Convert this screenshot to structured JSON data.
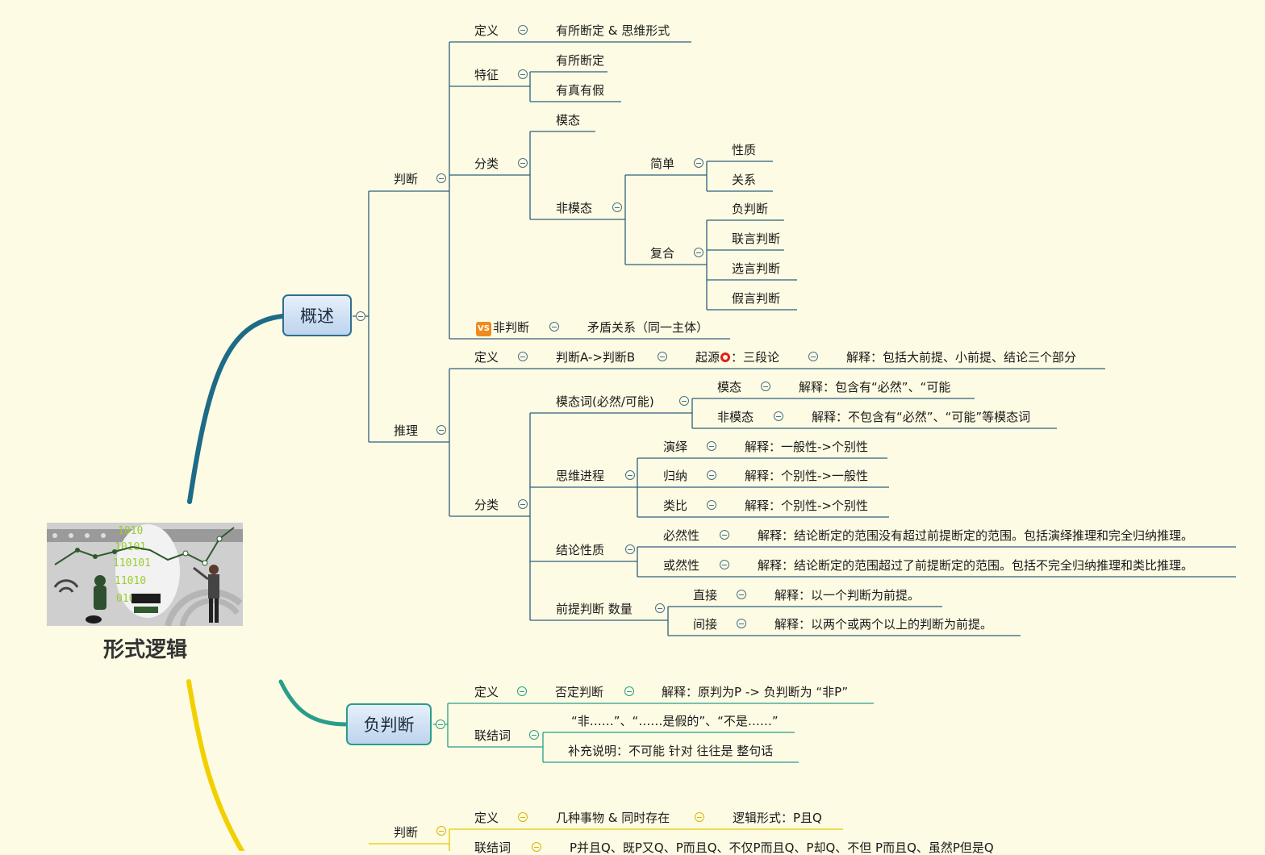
{
  "root": {
    "title": "形式逻辑"
  },
  "main1": {
    "label": "概述",
    "judgment": {
      "label": "判断",
      "definition": {
        "label": "定义",
        "value": "有所断定 & 思维形式"
      },
      "features": {
        "label": "特征",
        "items": [
          "有所断定",
          "有真有假"
        ]
      },
      "classification": {
        "label": "分类",
        "modal": "模态",
        "nonmodal": {
          "label": "非模态",
          "simple": {
            "label": "简单",
            "items": [
              "性质",
              "关系"
            ]
          },
          "compound": {
            "label": "复合",
            "items": [
              "负判断",
              "联言判断",
              "选言判断",
              "假言判断"
            ]
          }
        }
      },
      "nonjudgment": {
        "badge": "VS",
        "label": "非判断",
        "value": "矛盾关系（同一主体）"
      }
    },
    "inference": {
      "label": "推理",
      "definition": {
        "label": "定义",
        "value": "判断A->判断B",
        "origin_prefix": "起源",
        "origin_suffix": "：三段论",
        "explanation": "解释：包括大前提、小前提、结论三个部分"
      },
      "classification": {
        "label": "分类",
        "modal_words": {
          "label": "模态词(必然/可能)",
          "modal": {
            "label": "模态",
            "explanation": "解释：包含有“必然”、“可能"
          },
          "nonmodal": {
            "label": "非模态",
            "explanation": "解释：不包含有“必然”、“可能”等模态词"
          }
        },
        "thinking": {
          "label": "思维进程",
          "deduction": {
            "label": "演绎",
            "explanation": "解释：一般性->个别性"
          },
          "induction": {
            "label": "归纳",
            "explanation": "解释：个别性->一般性"
          },
          "analogy": {
            "label": "类比",
            "explanation": "解释：个别性->个别性"
          }
        },
        "conclusion": {
          "label": "结论性质",
          "necessary": {
            "label": "必然性",
            "explanation": "解释：结论断定的范围没有超过前提断定的范围。包括演绎推理和完全归纳推理。"
          },
          "probable": {
            "label": "或然性",
            "explanation": "解释：结论断定的范围超过了前提断定的范围。包括不完全归纳推理和类比推理。"
          }
        },
        "premise": {
          "label": "前提判断 数量",
          "direct": {
            "label": "直接",
            "explanation": "解释：以一个判断为前提。"
          },
          "indirect": {
            "label": "间接",
            "explanation": "解释：以两个或两个以上的判断为前提。"
          }
        }
      }
    }
  },
  "main2": {
    "label": "负判断",
    "definition": {
      "label": "定义",
      "value": "否定判断",
      "explanation": "解释：原判为P -> 负判断为 “非P”"
    },
    "connectives": {
      "label": "联结词",
      "words": "“非……”、“……是假的”、“不是……”",
      "note": "补充说明：不可能 针对 往往是 整句话"
    }
  },
  "main3": {
    "judgment": {
      "label": "判断",
      "definition": {
        "label": "定义",
        "value": "几种事物 & 同时存在",
        "form": "逻辑形式：P且Q"
      },
      "connectives": {
        "label": "联结词",
        "words": "P并且Q、既P又Q、P而且Q、不仅P而且Q、P却Q、不但 P而且Q、虽然P但是Q"
      }
    }
  },
  "colors": {
    "branch1": "#1d6b86",
    "branch2": "#2a9d8a",
    "branch3": "#f2d000",
    "line": "#2e5f80"
  }
}
